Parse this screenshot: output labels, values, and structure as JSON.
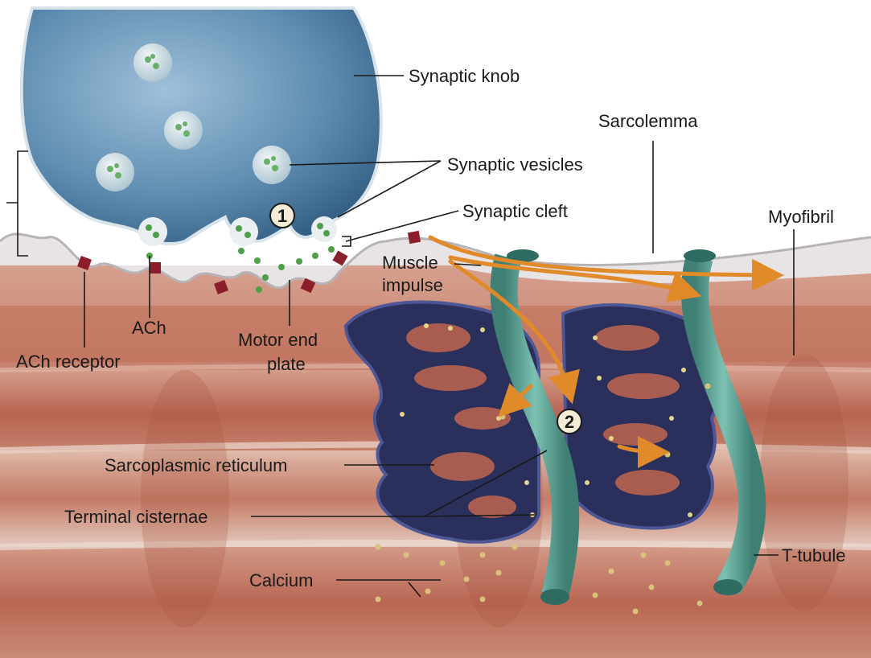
{
  "labels": {
    "synaptic_knob": "Synaptic knob",
    "sarcolemma": "Sarcolemma",
    "synaptic_vesicles": "Synaptic vesicles",
    "synaptic_cleft": "Synaptic cleft",
    "myofibril": "Myofibril",
    "muscle_impulse_1": "Muscle",
    "muscle_impulse_2": "impulse",
    "ach": "ACh",
    "ach_receptor": "ACh receptor",
    "motor_end_plate_1": "Motor end",
    "motor_end_plate_2": "plate",
    "sarcoplasmic_reticulum": "Sarcoplasmic reticulum",
    "terminal_cisternae": "Terminal cisternae",
    "calcium": "Calcium",
    "t_tubule": "T-tubule"
  },
  "steps": {
    "step1": "1",
    "step2": "2"
  },
  "colors": {
    "knob": "#5e8cb0",
    "muscle": "#b8654e",
    "sarcoplasmic_reticulum": "#2a2f5c",
    "t_tubule": "#5fa79a",
    "arrow": "#e08a2a",
    "receptor": "#8b1e2a",
    "calcium": "#d8c27a"
  }
}
